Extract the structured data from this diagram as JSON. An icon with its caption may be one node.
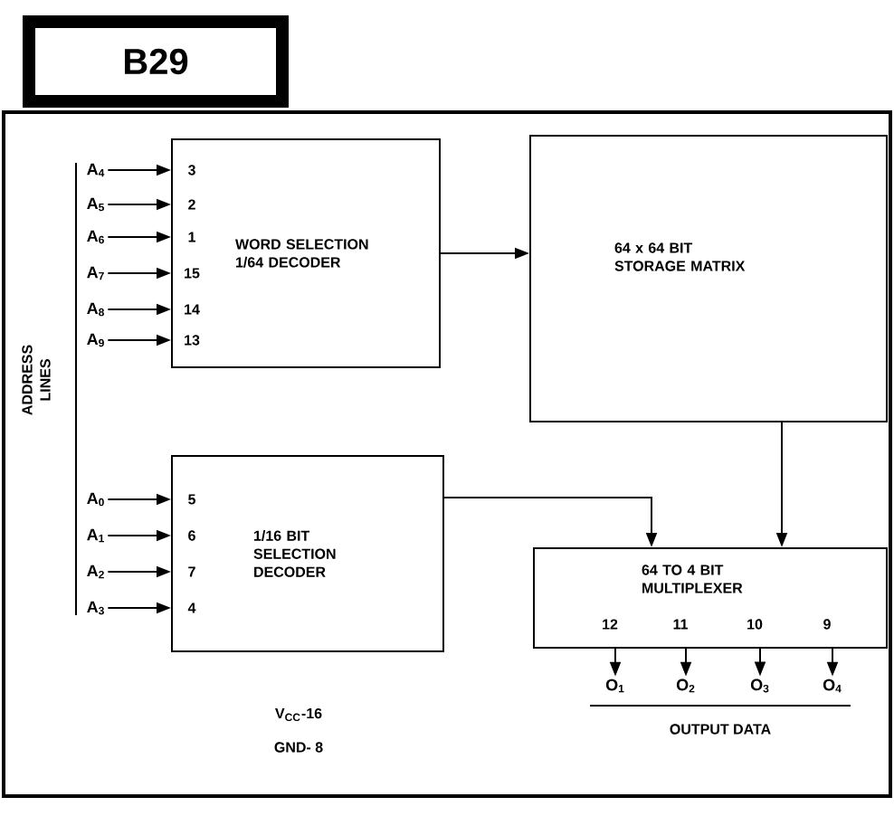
{
  "diagram": {
    "title": "B29",
    "nodes": [
      {
        "text": [
          "3",
          "2",
          "1",
          "15",
          "14",
          "13",
          "WORD SELECTION 1/64 DECODER"
        ]
      },
      {
        "text": [
          "64 x 64 BIT STORAGE MATRIX"
        ]
      },
      {
        "text": [
          "5",
          "6",
          "7",
          "4",
          "1/16 BIT SELECTION DECODER"
        ]
      },
      {
        "text": [
          "64 TO 4 BIT MULTIPLEXER",
          "12",
          "11",
          "10",
          "9"
        ]
      },
      {
        "text": [
          "A$_{4}$"
        ]
      },
      {
        "text": [
          "A$_{5}$"
        ]
      },
      {
        "text": [
          "A$_{6}$"
        ]
      },
      {
        "text": [
          "A$_{7}$"
        ]
      },
      {
        "text": [
          "A$_{8}$"
        ]
      },
      {
        "text": [
          "A$_{9}$"
        ]
      },
      {
        "text": [
          "A$_{0}$"
        ]
      },
      {
        "text": [
          "A$_{1}$"
        ]
      },
      {
        "text": [
          "A$_{2}$"
        ]
      },
      {
        "text": [
          "A$_{3}$"
        ]
      },
      {
        "text": [
          "O$_{1}$"
        ]
      },
      {
        "text": [
          "O$_{2}$"
        ]
      },
      {
        "text": [
          "O$_{3}$"
        ]
      },
      {
        "text": [
          "O$_{4}$"
        ]
      }
    ],
    "edges": [
      {
        "from": 4,
        "to": 0,
        "arrow": "to"
      },
      {
        "from": 5,
        "to": 0,
        "arrow": "to"
      },
      {
        "from": 6,
        "to": 0,
        "arrow": "to"
      },
      {
        "from": 7,
        "to": 0,
        "arrow": "to"
      },
      {
        "from": 8,
        "to": 0,
        "arrow": "to"
      },
      {
        "from": 9,
        "to": 0,
        "arrow": "to"
      },
      {
        "from": 10,
        "to": 2,
        "arrow": "to"
      },
      {
        "from": 11,
        "to": 2,
        "arrow": "to"
      },
      {
        "from": 12,
        "to": 2,
        "arrow": "to"
      },
      {
        "from": 13,
        "to": 2,
        "arrow": "to"
      },
      {
        "from": 0,
        "to": 1,
        "arrow": "to"
      },
      {
        "from": 1,
        "to": 3,
        "arrow": "to"
      },
      {
        "from": 2,
        "to": 3,
        "arrow": "to"
      },
      {
        "from": 3,
        "to": 14,
        "arrow": "to"
      },
      {
        "from": 3,
        "to": 15,
        "arrow": "to"
      },
      {
        "from": 3,
        "to": 16,
        "arrow": "to"
      },
      {
        "from": 3,
        "to": 17,
        "arrow": "to"
      }
    ],
    "labels": [
      "ADDRESS LINES",
      "V$_{CC}$-16",
      "GND- 8",
      "OUTPUT DATA"
    ]
  }
}
